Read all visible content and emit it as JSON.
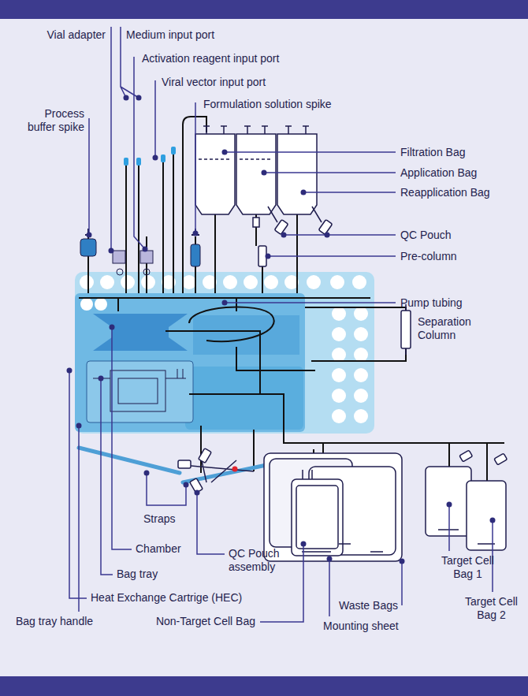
{
  "diagram": {
    "labels": [
      "Vial adapter",
      "Medium input port",
      "Activation reagent input port",
      "Viral vector input port",
      "Process buffer spike",
      "Formulation solution spike",
      "Filtration Bag",
      "Application Bag",
      "Reapplication Bag",
      "QC Pouch",
      "Pre-column",
      "Pump tubing",
      "Separation Column",
      "Straps",
      "Chamber",
      "Bag tray",
      "QC Pouch assembly",
      "Heat Exchange Cartrige (HEC)",
      "Bag tray handle",
      "Non-Target Cell Bag",
      "Waste Bags",
      "Mounting sheet",
      "Target Cell Bag 1",
      "Target Cell Bag 2"
    ]
  }
}
